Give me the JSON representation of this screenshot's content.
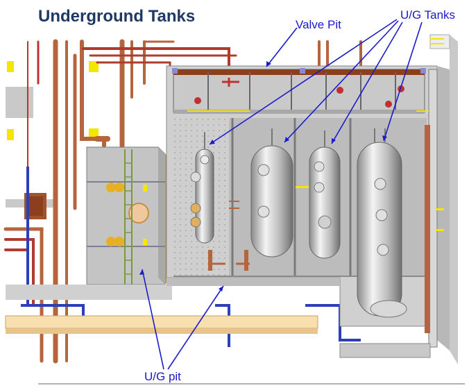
{
  "title": "Underground Tanks",
  "labels": {
    "valve_pit": "Valve Pit",
    "ug_tanks": "U/G Tanks",
    "ug_pit": "U/G pit"
  },
  "colors": {
    "title": "#1f3864",
    "callout": "#1a1acc",
    "pipe_copper": "#b5653d",
    "wall_gray": "#c8c8c8",
    "highlight_yellow": "#f5e600"
  }
}
